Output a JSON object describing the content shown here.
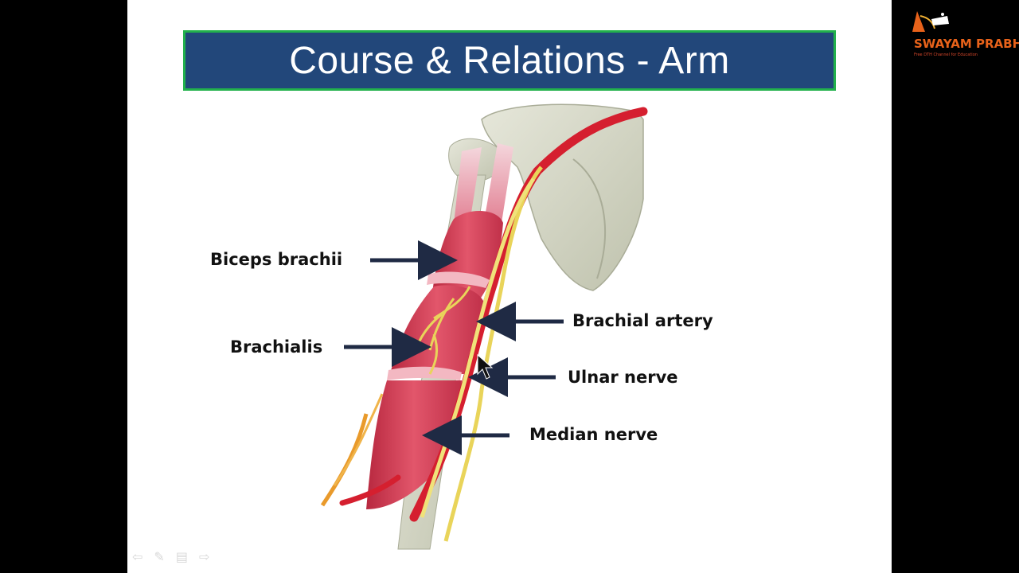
{
  "slide": {
    "title": "Course & Relations - Arm"
  },
  "labels": {
    "biceps": "Biceps brachii",
    "brachialis": "Brachialis",
    "brachial_artery": "Brachial artery",
    "ulnar_nerve": "Ulnar nerve",
    "median_nerve": "Median nerve"
  },
  "logo": {
    "name": "SWAYAM PRABHA",
    "tagline": "Free DTH Channel for Education"
  },
  "nav_icons": [
    "prev-arrow-icon",
    "pen-icon",
    "menu-icon",
    "next-arrow-icon"
  ],
  "colors": {
    "title_bg": "#22477a",
    "title_border": "#22b14c",
    "muscle": "#d9475c",
    "artery": "#d51f2f",
    "nerve": "#e9d45a",
    "bone": "#d9dbcc",
    "arrow": "#1f2a44"
  }
}
